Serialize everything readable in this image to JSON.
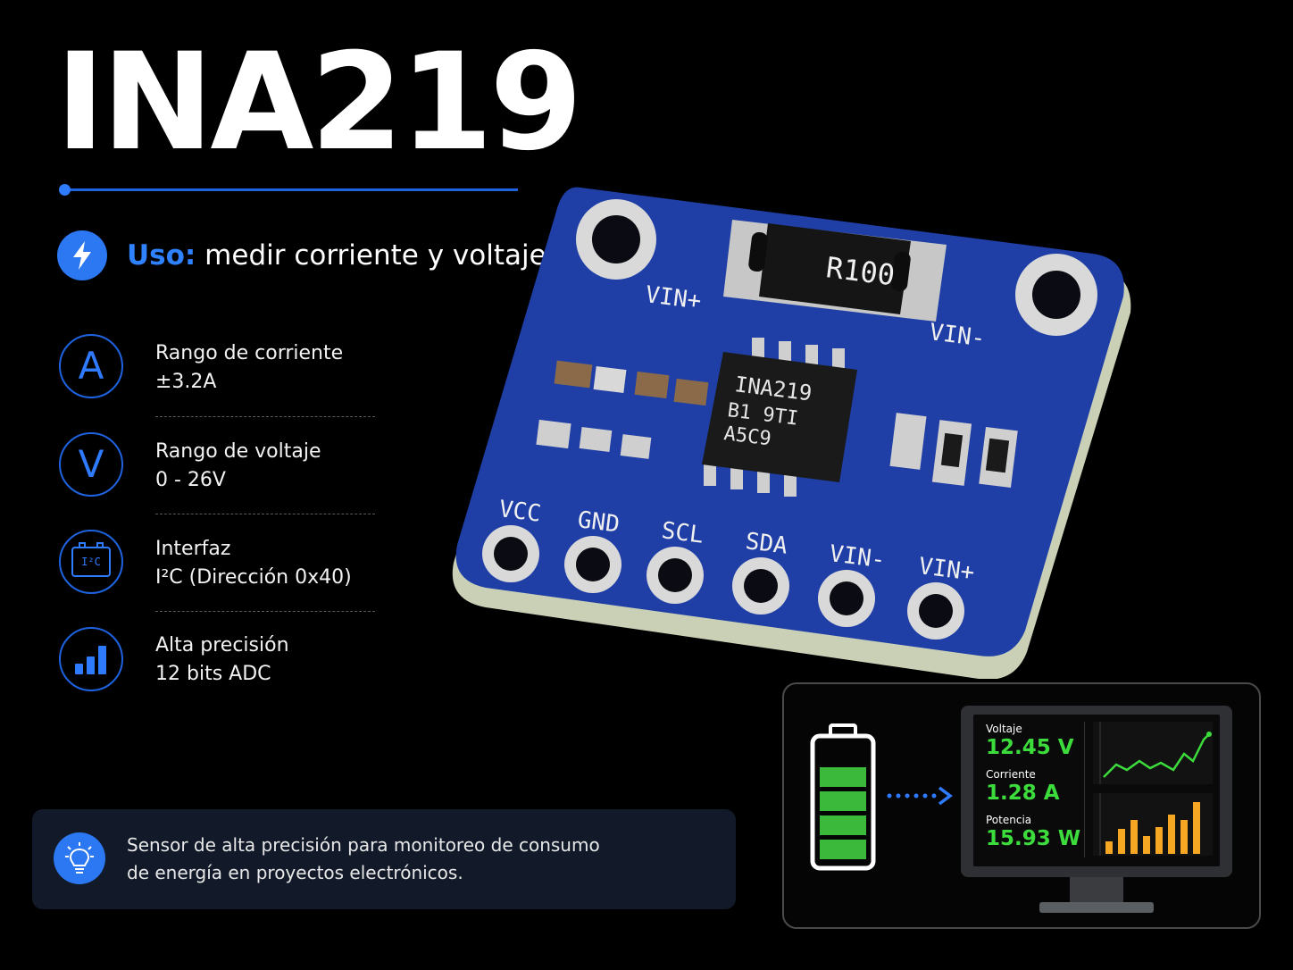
{
  "title": "INA219",
  "usage": {
    "key": "Uso:",
    "value": " medir corriente y voltaje"
  },
  "specs": [
    {
      "icon": "A",
      "label": "Rango de corriente",
      "value": "±3.2A"
    },
    {
      "icon": "V",
      "label": "Rango de voltaje",
      "value": "0 - 26V"
    },
    {
      "icon": "I²C",
      "label": "Interfaz",
      "value": "I²C (Dirección 0x40)"
    },
    {
      "icon": "bar-chart",
      "label": "Alta precisión",
      "value": "12 bits ADC"
    }
  ],
  "note": {
    "line1": "Sensor de alta precisión para monitoreo de consumo",
    "line2": "de energía en proyectos electrónicos."
  },
  "board": {
    "resistor": "R100",
    "chip_lines": [
      "INA219",
      "B1 9TI",
      "A5C9"
    ],
    "top_pins": [
      "VIN+",
      "VIN-"
    ],
    "pins": [
      "VCC",
      "GND",
      "SCL",
      "SDA",
      "VIN-",
      "VIN+"
    ]
  },
  "monitor": {
    "voltage_label": "Voltaje",
    "voltage_value": "12.45 V",
    "current_label": "Corriente",
    "current_value": "1.28 A",
    "power_label": "Potencia",
    "power_value": "15.93 W"
  },
  "battery_level": 0.8,
  "colors": {
    "accent": "#2b78f2",
    "board": "#1f3fa6",
    "reading": "#3ddc3d",
    "bars": "#f5a623"
  }
}
